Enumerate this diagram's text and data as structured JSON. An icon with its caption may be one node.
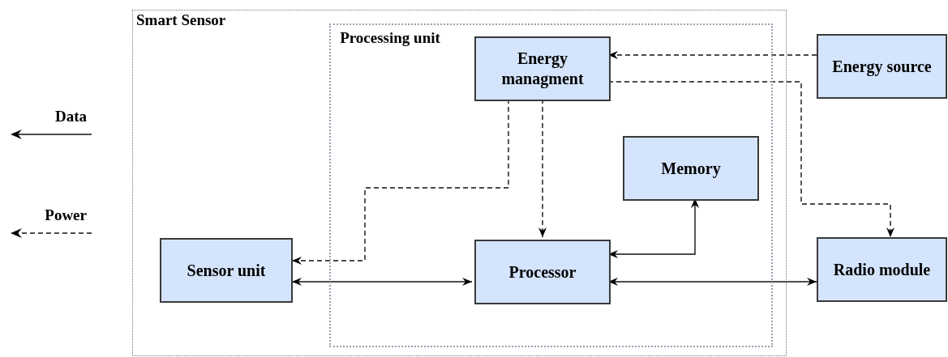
{
  "diagram": {
    "nodes": [
      {
        "text": [
          "Smart Sensor"
        ]
      },
      {
        "text": [
          "Processing unit"
        ],
        "in": 0
      },
      {
        "text": [
          "Energy managment"
        ],
        "in": 1
      },
      {
        "text": [
          "Energy source"
        ]
      },
      {
        "text": [
          "Memory"
        ],
        "in": 1
      },
      {
        "text": [
          "Sensor unit"
        ],
        "in": 0
      },
      {
        "text": [
          "Processor"
        ],
        "in": 1
      },
      {
        "text": [
          "Radio module"
        ]
      }
    ],
    "edges": [
      {
        "from": 3,
        "to": 2,
        "arrow": "to",
        "style": "dashed"
      },
      {
        "from": 2,
        "to": 5,
        "arrow": "to",
        "style": "dashed"
      },
      {
        "from": 2,
        "to": 6,
        "arrow": "to",
        "style": "dashed"
      },
      {
        "from": 2,
        "to": 7,
        "arrow": "to",
        "style": "dashed"
      },
      {
        "from": 5,
        "to": 6,
        "arrow": "both"
      },
      {
        "from": 6,
        "to": 4,
        "arrow": "both"
      },
      {
        "from": 6,
        "to": 7,
        "arrow": "both"
      }
    ],
    "legend": [
      {
        "text": "Data"
      },
      {
        "text": "Power"
      }
    ]
  }
}
